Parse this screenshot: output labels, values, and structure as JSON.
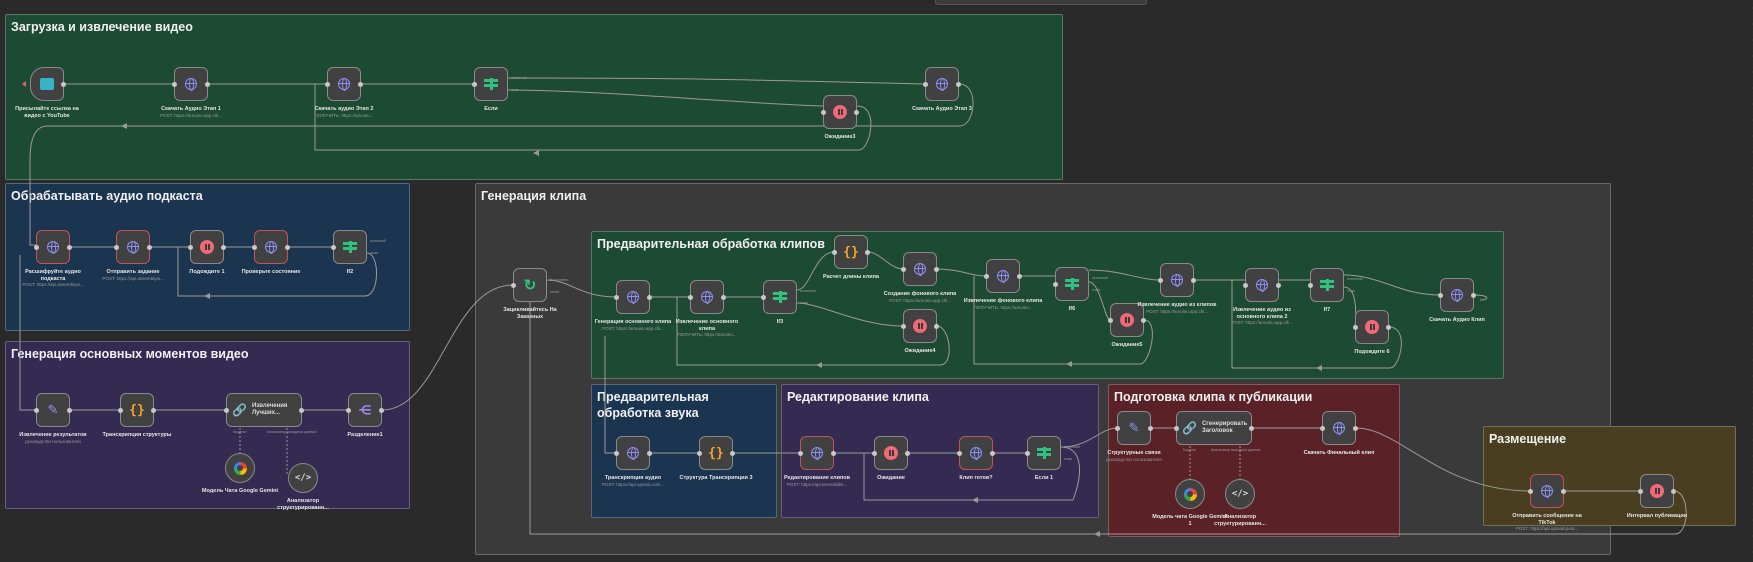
{
  "groups": {
    "download": "Загрузка и извлечение видео",
    "podcast": "Обрабатывать аудио подкаста",
    "highlights": "Генерация основных моментов видео",
    "clip": "Генерация клипа",
    "preprocess": "Предварительная обработка клипов",
    "audio_pre": "Предварительная обработка звука",
    "edit": "Редактирование клипа",
    "publish_prep": "Подготовка клипа к публикации",
    "placement": "Размещение"
  },
  "nodes": {
    "yt": {
      "label": "Присылайте ссылка на видео с YouTube"
    },
    "a1": {
      "label": "Скачать Аудио Этап 1",
      "sub": "POST: https://amuieu.app.clk..."
    },
    "a2": {
      "label": "Скачать аудио Этап 2",
      "sub": "ПОЛУЧИТЬ: https://amuieu..."
    },
    "if1": {
      "label": "Если"
    },
    "w3": {
      "label": "Ожидание3"
    },
    "a3": {
      "label": "Скачать Аудио Этап 3"
    },
    "decode": {
      "label": "Расшифруйте аудио подкаста",
      "sub": "POST: https://api.assemblyai..."
    },
    "send": {
      "label": "Отправить задание",
      "sub": "POST: https://api.assemblyai..."
    },
    "wait1": {
      "label": "Подождите 1"
    },
    "check": {
      "label": "Проверьте состояние"
    },
    "if2": {
      "label": "If2"
    },
    "extract": {
      "label": "Извлечение результатов",
      "sub": "руководство пользователя"
    },
    "transcr": {
      "label": "Транскрипция структуры"
    },
    "best": {
      "label": "Извлечения Лучших..."
    },
    "gemini": {
      "label": "Модель Чата Google Gemini"
    },
    "parser": {
      "label": "Анализатор структурированн..."
    },
    "split": {
      "label": "Разделение1"
    },
    "loop": {
      "label": "Зацикливайтесь На Заказных"
    },
    "gen_main": {
      "label": "Генерация основного клипа",
      "sub": "POST: https://amuieu.app.clk..."
    },
    "ext_main": {
      "label": "Извлечение основного клипа",
      "sub": "ПОЛУЧИТЬ: https://amuieu..."
    },
    "if3": {
      "label": "If3"
    },
    "calc": {
      "label": "Расчет длины клипа"
    },
    "bg": {
      "label": "Создание фонового клипа",
      "sub": "POST: https://amuieu.app.clk..."
    },
    "w4": {
      "label": "Ожидание4"
    },
    "ext_bg": {
      "label": "Извлечение фонового клипа",
      "sub": "ПОЛУЧИТЬ: https://amuieu..."
    },
    "if6": {
      "label": "If6"
    },
    "w5": {
      "label": "Ожидание5"
    },
    "ext_aud": {
      "label": "Извлечение аудио из клипов",
      "sub": "POST: https://amuieu.app.clk..."
    },
    "ext_aud2": {
      "label": "Извлечение аудио из основного клипа 2",
      "sub": "POST: https://amuieu.app.clk..."
    },
    "if7": {
      "label": "If7"
    },
    "wait6": {
      "label": "Подождите 6"
    },
    "dl_clip": {
      "label": "Скачать Аудио Клип"
    },
    "tr_audio": {
      "label": "Транскрипция аудио",
      "sub": "POST: https://api.openai.com..."
    },
    "tr_struct3": {
      "label": "Структура Транскрипции 3"
    },
    "edit_clips": {
      "label": "Редактирование клипов",
      "sub": "POST: https://api.elevenlabs..."
    },
    "w": {
      "label": "Ожидание"
    },
    "ready": {
      "label": "Клип готов?"
    },
    "if_last": {
      "label": "Если 1"
    },
    "struct_links": {
      "label": "Структурные связи",
      "sub": "руководство пользователя"
    },
    "gen_title": {
      "label": "Сгенерировать Заголовок"
    },
    "gemini1": {
      "label": "Модель чата Google Gemini 1"
    },
    "parser2": {
      "label": "Анализатор структурированн..."
    },
    "dl_final": {
      "label": "Скачать Финальный клип"
    },
    "tiktok": {
      "label": "Отправить сообщение на TikTok",
      "sub": "POST: https://api.upload-post..."
    },
    "interval": {
      "label": "Интервал публикации"
    }
  },
  "ports": {
    "true": "истинный",
    "false": "ложь",
    "model": "Модель",
    "model_star": "Модель*",
    "parser": "Анализатор выходных данных",
    "done": "Выполнено",
    "loop_out": "петля"
  },
  "colors": {
    "canvas": "#2a2a2a",
    "green": "#1d4a33",
    "blue": "#1b3450",
    "purple": "#352a52",
    "grey": "#3a3a3a",
    "red": "#5a2227",
    "gold": "#4a3e20"
  }
}
